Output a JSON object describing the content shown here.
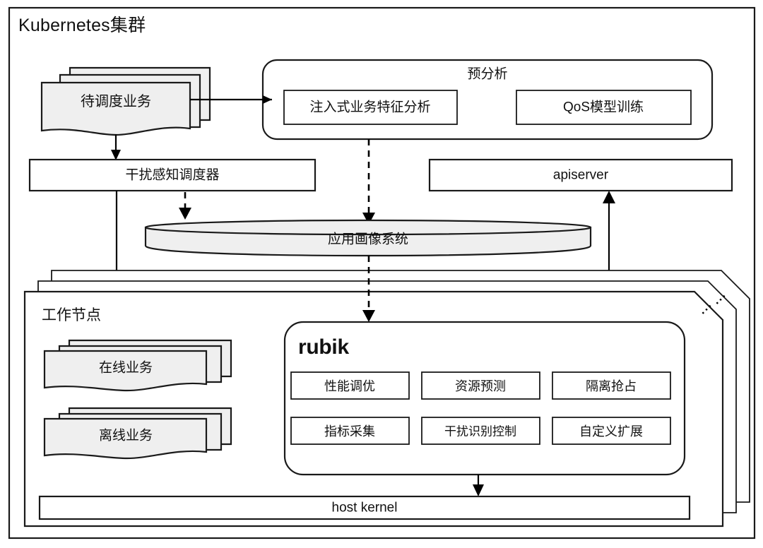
{
  "cluster": {
    "title": "Kubernetes集群"
  },
  "pending_workload": {
    "label": "待调度业务",
    "shape": "document-stack",
    "stack_count": 3
  },
  "preanalysis": {
    "title": "预分析",
    "modules": [
      {
        "label": "注入式业务特征分析"
      },
      {
        "label": "QoS模型训练"
      }
    ]
  },
  "scheduler": {
    "label": "干扰感知调度器"
  },
  "apiserver": {
    "label": "apiserver"
  },
  "profiling_system": {
    "label": "应用画像系统",
    "shape": "cylinder"
  },
  "worker_node": {
    "title": "工作节点",
    "stack_count": 3,
    "ellipsis": "...",
    "workloads": [
      {
        "label": "在线业务",
        "shape": "document-stack",
        "stack_count": 3
      },
      {
        "label": "离线业务",
        "shape": "document-stack",
        "stack_count": 3
      }
    ],
    "rubik": {
      "title": "rubik",
      "modules": [
        {
          "label": "性能调优"
        },
        {
          "label": "资源预测"
        },
        {
          "label": "隔离抢占"
        },
        {
          "label": "指标采集"
        },
        {
          "label": "干扰识别控制"
        },
        {
          "label": "自定义扩展"
        }
      ]
    },
    "host_kernel": {
      "label": "host kernel"
    }
  },
  "colors": {
    "stroke": "#1a1a1a",
    "fill_gray": "#efefef",
    "fill_white": "#ffffff",
    "background": "#ffffff",
    "text": "#111111"
  }
}
